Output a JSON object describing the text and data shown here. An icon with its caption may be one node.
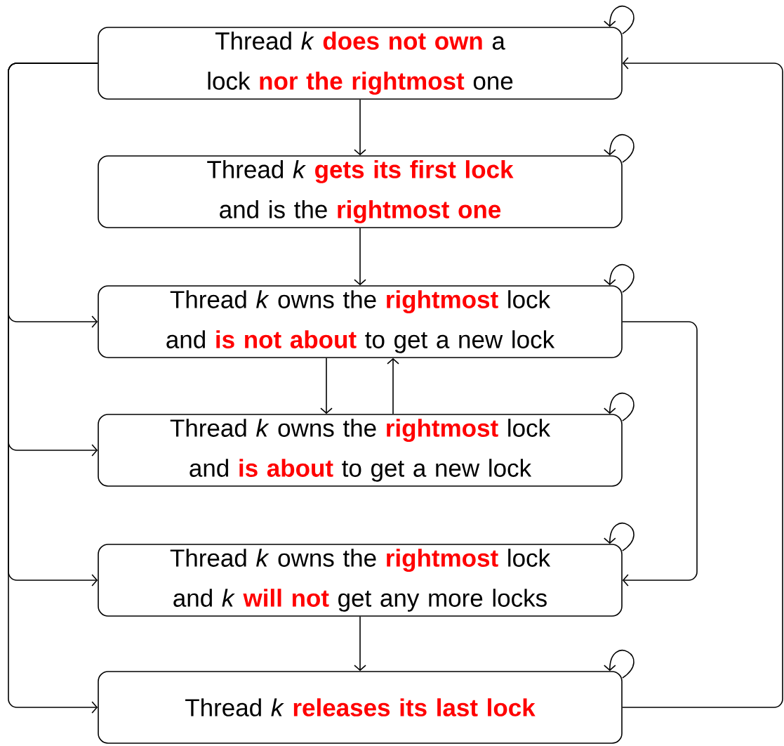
{
  "diagram": {
    "nodes": [
      {
        "text": [
          "Thread *k* **does not own** a lock **nor the rightmost** one"
        ]
      },
      {
        "text": [
          "Thread *k* **gets its first lock** and is the **rightmost one**"
        ]
      },
      {
        "text": [
          "Thread *k* owns the **rightmost** lock and **is not about** to get a new lock"
        ]
      },
      {
        "text": [
          "Thread *k* owns the **rightmost** lock and **is about** to get a new lock"
        ]
      },
      {
        "text": [
          "Thread *k* owns the **rightmost** lock and *k* **will not** get any more locks"
        ]
      },
      {
        "text": [
          "Thread *k* **releases its last lock**"
        ]
      }
    ],
    "edges": [
      {
        "from": 0,
        "to": 1,
        "arrow": "to"
      },
      {
        "from": 1,
        "to": 2,
        "arrow": "to"
      },
      {
        "from": 2,
        "to": 3,
        "arrow": "to"
      },
      {
        "from": 3,
        "to": 2,
        "arrow": "to"
      },
      {
        "from": 2,
        "to": 4,
        "arrow": "to"
      },
      {
        "from": 4,
        "to": 5,
        "arrow": "to"
      },
      {
        "from": 5,
        "to": 0,
        "arrow": "to"
      },
      {
        "from": 0,
        "to": 2,
        "arrow": "to"
      },
      {
        "from": 0,
        "to": 3,
        "arrow": "to"
      },
      {
        "from": 0,
        "to": 4,
        "arrow": "to"
      },
      {
        "from": 0,
        "to": 5,
        "arrow": "to"
      },
      {
        "from": 0,
        "to": 0,
        "arrow": "to"
      },
      {
        "from": 1,
        "to": 1,
        "arrow": "to"
      },
      {
        "from": 2,
        "to": 2,
        "arrow": "to"
      },
      {
        "from": 3,
        "to": 3,
        "arrow": "to"
      },
      {
        "from": 4,
        "to": 4,
        "arrow": "to"
      },
      {
        "from": 5,
        "to": 5,
        "arrow": "to"
      }
    ]
  }
}
